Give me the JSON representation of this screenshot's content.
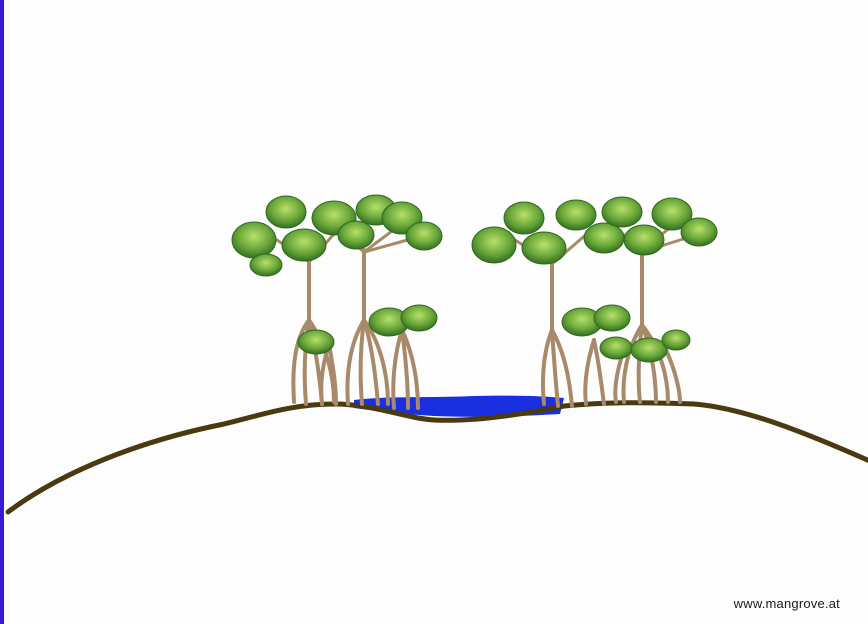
{
  "credit": {
    "text": "www.mangrove.at"
  },
  "colors": {
    "frame_border": "#3a1ad0",
    "ground_line": "#4a3a10",
    "water": "#1a2fe0",
    "trunk": "#a88a6a",
    "leaf_dark": "#3f8a2a",
    "leaf_mid": "#6aa73a",
    "leaf_light": "#9fcf5a"
  },
  "scene": {
    "tree_clusters": [
      {
        "name": "left-mangrove-cluster",
        "trees": 3
      },
      {
        "name": "right-mangrove-cluster",
        "trees": 4
      }
    ],
    "water": "channel",
    "ground": "hill"
  }
}
